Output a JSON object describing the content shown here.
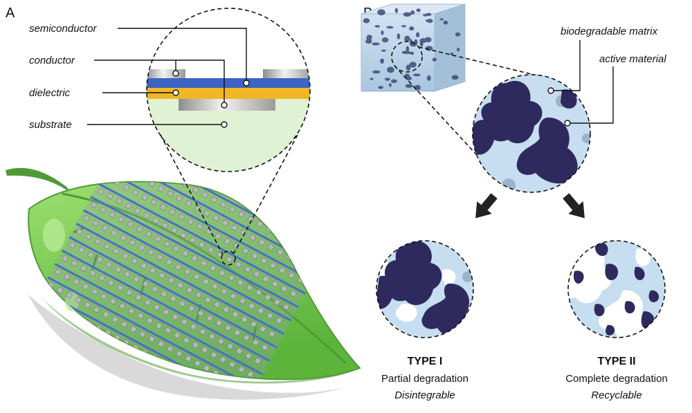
{
  "panel_a": {
    "letter": "A",
    "labels": {
      "semiconductor": "semiconductor",
      "conductor": "conductor",
      "dielectric": "dielectric",
      "substrate": "substrate"
    }
  },
  "panel_b": {
    "letter": "B",
    "labels": {
      "matrix": "biodegradable matrix",
      "active": "active material"
    },
    "type1": {
      "title": "TYPE I",
      "line1": "Partial degradation",
      "line2": "Disintegrable"
    },
    "type2": {
      "title": "TYPE II",
      "line1": "Complete degradation",
      "line2": "Recyclable"
    }
  },
  "colors": {
    "leaf": "#7ccd4f",
    "leaf_dark": "#4f9a34",
    "semiconductor": "#3b64c4",
    "dielectric": "#f0b623",
    "substrate": "#dff2d4",
    "matrix": "#c7def0",
    "active": "#2e2a5e"
  }
}
